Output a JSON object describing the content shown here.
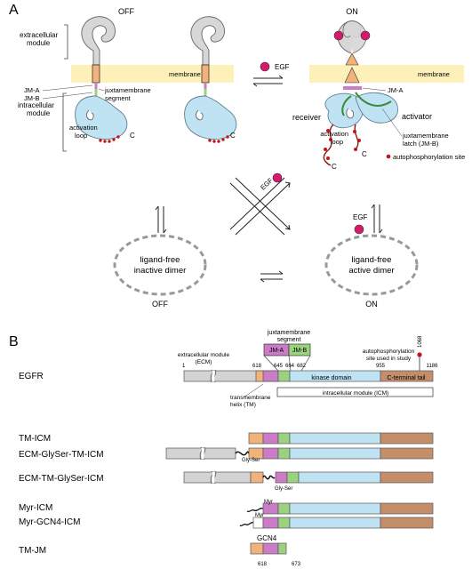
{
  "panelA": {
    "label": "A",
    "off_label": "OFF",
    "on_label": "ON",
    "extracellular_module_1": "extracellular",
    "extracellular_module_2": "module",
    "membrane_left": "membrane",
    "membrane_right": "membrane",
    "egf": "EGF",
    "jm_a": "JM-A",
    "jm_b": "JM-B",
    "juxtamembrane_1": "juxtamembrane",
    "juxtamembrane_2": "segment",
    "intracellular_module_1": "intracellular",
    "intracellular_module_2": "module",
    "activation_loop_1": "activation",
    "activation_loop_2": "loop",
    "c_terminal": "C",
    "receiver": "receiver",
    "activator": "activator",
    "jm_a_right": "JM-A",
    "latch_1": "juxtamembrane",
    "latch_2": "latch (JM-B)",
    "autophos_site": "autophosphorylation site",
    "egf_diag": "EGF",
    "egf_right": "EGF",
    "dimer_inactive_1": "ligand-free",
    "dimer_inactive_2": "inactive dimer",
    "dimer_active_1": "ligand-free",
    "dimer_active_2": "active dimer",
    "off_bottom": "OFF",
    "on_bottom": "ON"
  },
  "panelB": {
    "label": "B",
    "jm_header_1": "juxtamembrane",
    "jm_header_2": "segment",
    "jm_a": "JM-A",
    "jm_b": "JM-B",
    "ecm_1": "extracellular module",
    "ecm_2": "(ECM)",
    "autophos_1": "autophosphorylation",
    "autophos_2": "site used in study",
    "res_1068": "1068",
    "pos_1": "1",
    "pos_618": "618",
    "pos_645": "645",
    "pos_664": "664",
    "pos_682": "682",
    "pos_955": "955",
    "pos_1186": "1186",
    "kinase_domain": "kinase domain",
    "c_terminal_tail": "C-terminal tail",
    "tm_1": "transmembrane",
    "tm_2": "helix  (TM)",
    "icm": "intracellular module (ICM)",
    "gly_ser_1": "Gly-Ser",
    "gly_ser_2": "Gly-Ser",
    "myr_1": "Myr",
    "myr_2": "Myr",
    "gcn4": "GCN4",
    "tmjm_618": "618",
    "tmjm_673": "673",
    "constructs": [
      "EGFR",
      "TM-ICM",
      "ECM-GlySer-TM-ICM",
      "ECM-TM-GlySer-ICM",
      "Myr-ICM",
      "Myr-GCN4-ICM",
      "TM-JM"
    ]
  },
  "colors": {
    "membrane": "#fdf0b8",
    "kinase": "#bfe3f2",
    "ecm": "#d3d3d3",
    "tm": "#f2b27c",
    "jm_a": "#cc7cc6",
    "jm_b": "#9bd27f",
    "tail": "#c48e6b",
    "phospho": "#c0161c",
    "egf": "#d6196a"
  }
}
